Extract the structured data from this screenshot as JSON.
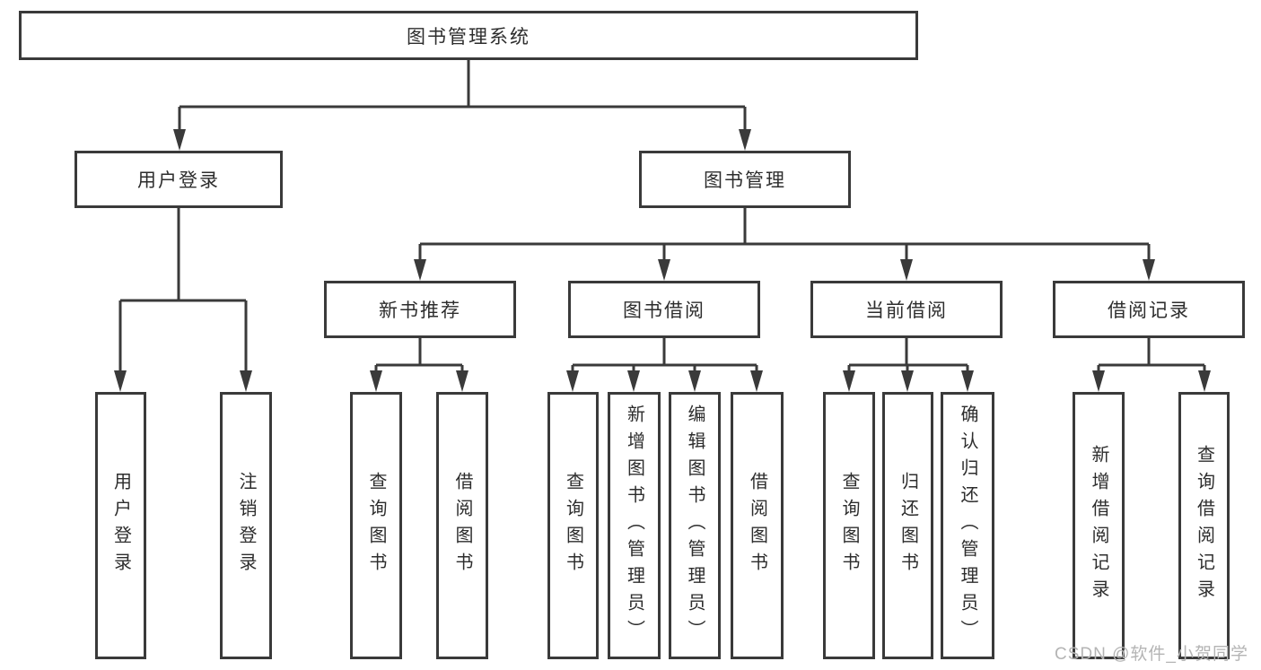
{
  "nodes": {
    "root": "图书管理系统",
    "level2": [
      "用户登录",
      "图书管理"
    ],
    "level3": [
      "新书推荐",
      "图书借阅",
      "当前借阅",
      "借阅记录"
    ],
    "leaves_user_login": [
      "用户登录",
      "注销登录"
    ],
    "leaves_new_book": [
      "查询图书",
      "借阅图书"
    ],
    "leaves_book_borrow": [
      "查询图书",
      "新增图书（管理员）",
      "编辑图书（管理员）",
      "借阅图书"
    ],
    "leaves_current_borrow": [
      "查询图书",
      "归还图书",
      "确认归还（管理员）"
    ],
    "leaves_borrow_records": [
      "新增借阅记录",
      "查询借阅记录"
    ]
  },
  "watermark": "CSDN @软件_小贺同学",
  "colors": {
    "line": "#3a3a3a",
    "text": "#2d2d2d",
    "background": "#ffffff",
    "watermark": "#b4b4b4"
  }
}
